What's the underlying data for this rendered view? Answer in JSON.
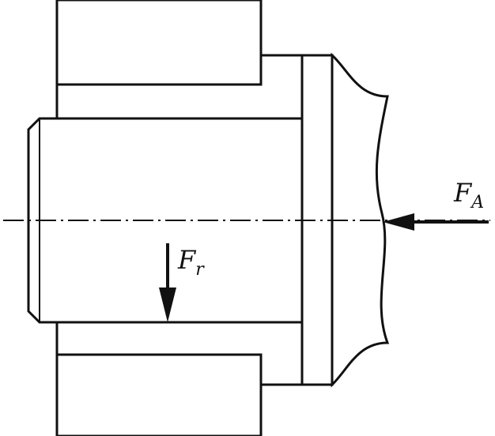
{
  "figure": {
    "labels": {
      "axial_force": {
        "symbol": "F",
        "subscript": "A"
      },
      "radial_force": {
        "symbol": "F",
        "subscript": "r"
      }
    }
  }
}
